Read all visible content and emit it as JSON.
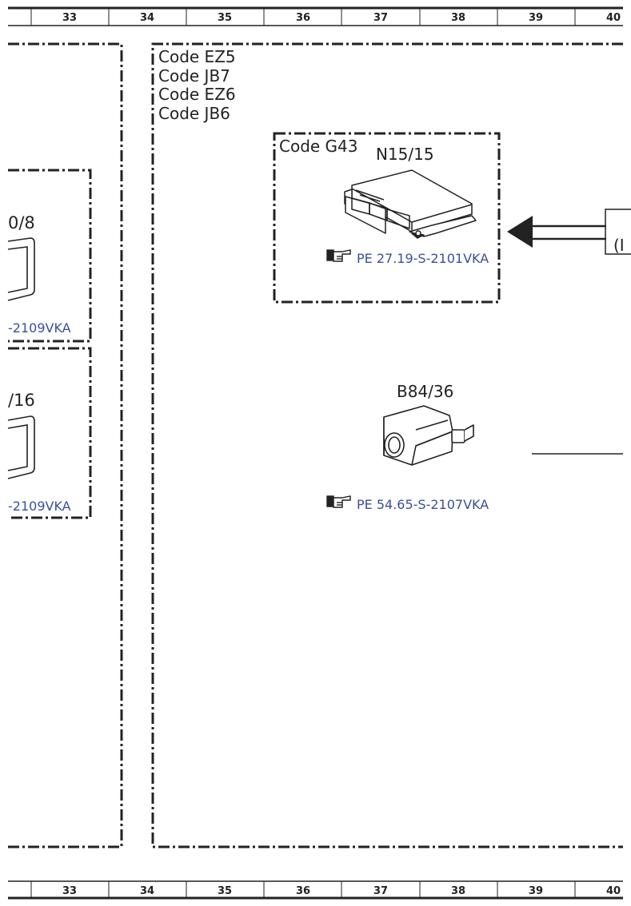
{
  "ruler": {
    "columns": [
      "33",
      "34",
      "35",
      "36",
      "37",
      "38",
      "39",
      "40"
    ]
  },
  "left_panel": {
    "component_top_suffix": "0/8",
    "component_top_ref": "-2109VKA",
    "component_bottom_suffix": "/16",
    "component_bottom_ref": "-2109VKA"
  },
  "main_panel": {
    "codes": [
      "Code EZ5",
      "Code JB7",
      "Code EZ6",
      "Code JB6"
    ],
    "module": {
      "code_label": "Code G43",
      "name": "N15/15",
      "reference": "PE 27.19-S-2101VKA"
    },
    "sensor": {
      "name": "B84/36",
      "reference": "PE 54.65-S-2107VKA"
    },
    "right_edge_fragment": "(I"
  },
  "colors": {
    "link": "#3a4f9a",
    "line": "#222222"
  },
  "icons": [
    "pointing-hand-icon",
    "control-unit-icon",
    "camera-sensor-icon",
    "arrow-left-icon"
  ]
}
